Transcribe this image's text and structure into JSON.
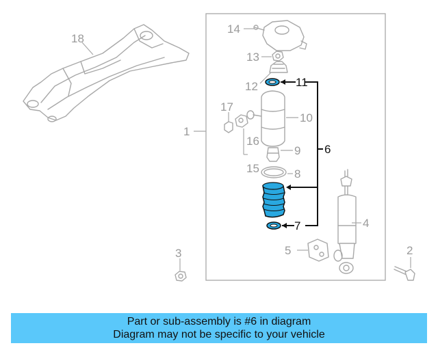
{
  "callouts": {
    "n1": "1",
    "n2": "2",
    "n3": "3",
    "n4": "4",
    "n5": "5",
    "n6": "6",
    "n7": "7",
    "n8": "8",
    "n9": "9",
    "n10": "10",
    "n11": "11",
    "n12": "12",
    "n13": "13",
    "n14": "14",
    "n15": "15",
    "n16": "16",
    "n17": "17",
    "n18": "18"
  },
  "highlight": {
    "color": "#29a8e0",
    "banner_color": "#5ac8fa"
  },
  "banner": {
    "line1": "Part or sub-assembly is #6 in diagram",
    "line2": "Diagram may not be specific to your vehicle"
  }
}
